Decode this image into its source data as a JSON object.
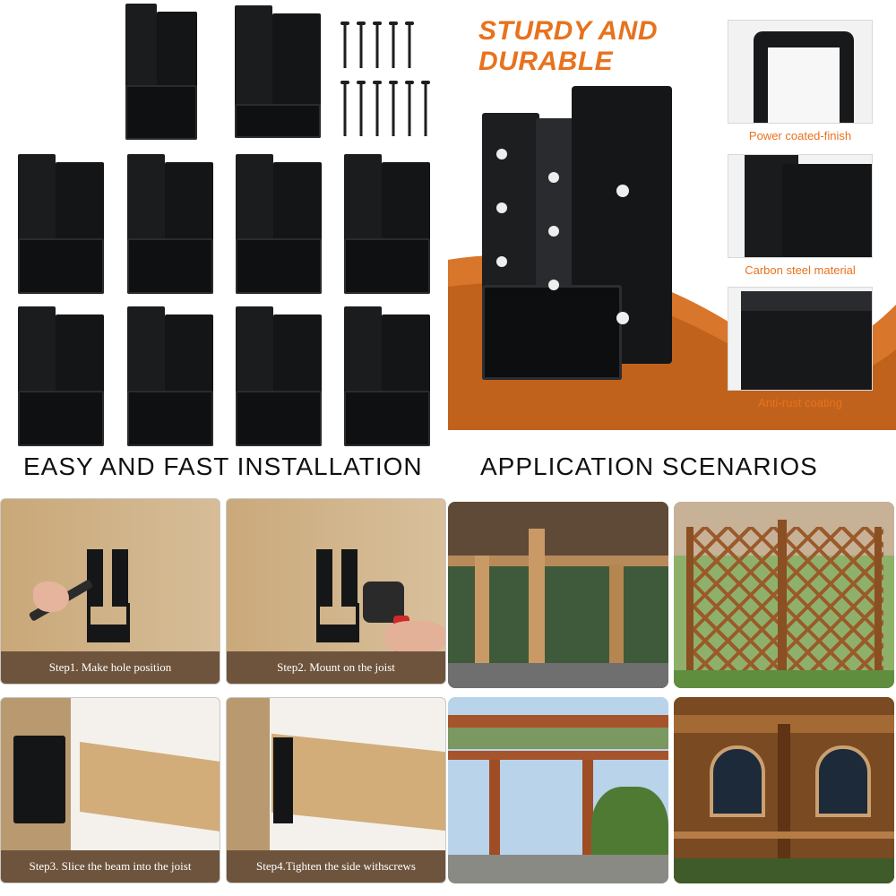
{
  "hero": {
    "title_line1": "STURDY AND",
    "title_line2": "DURABLE",
    "features": [
      {
        "caption": "Power coated-finish"
      },
      {
        "caption": "Carbon steel material"
      },
      {
        "caption": "Anti-rust coating"
      }
    ]
  },
  "sections": {
    "install_heading": "EASY AND FAST INSTALLATION",
    "apps_heading": "APPLICATION SCENARIOS"
  },
  "steps": [
    {
      "label": "Step1. Make hole position"
    },
    {
      "label": "Step2. Mount on the joist"
    },
    {
      "label": "Step3. Slice the beam into the joist"
    },
    {
      "label": "Step4.Tighten the side withscrews"
    }
  ],
  "colors": {
    "accent": "#e8721d",
    "step_bar": "#6e543c",
    "bracket": "#1b1c1e",
    "wood": "#cdb08a"
  }
}
